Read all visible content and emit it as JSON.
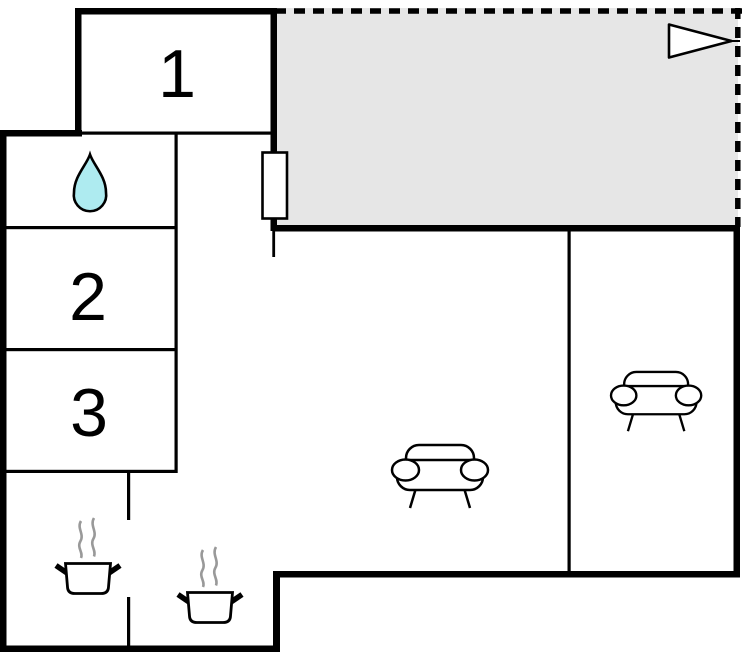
{
  "floor_plan": {
    "rooms": [
      {
        "id": "room-1",
        "label": "1"
      },
      {
        "id": "room-2",
        "label": "2"
      },
      {
        "id": "room-3",
        "label": "3"
      }
    ],
    "icons": [
      "water-drop-icon",
      "flag-icon",
      "sofa-icon",
      "sofa-icon",
      "cooking-pot-icon",
      "cooking-pot-icon"
    ],
    "colors": {
      "background": "#ffffff",
      "wall": "#000000",
      "outline": "#000000",
      "terrace_fill": "#e6e6e6",
      "water_drop_fill": "#aeebf0",
      "steam": "#999999",
      "furniture_fill": "#ffffff"
    }
  }
}
